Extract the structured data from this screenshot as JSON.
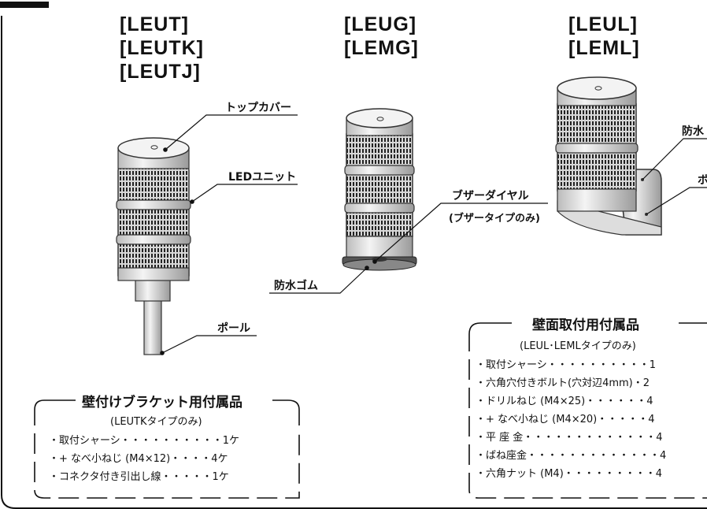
{
  "models": {
    "left": [
      "[LEUT]",
      "[LEUTK]",
      "[LEUTJ]"
    ],
    "middle": [
      "[LEUG]",
      "[LEMG]"
    ],
    "right": [
      "[LEUL]",
      "[LEML]"
    ]
  },
  "callouts": {
    "top_cover": "トップカバー",
    "led_unit": "LEDユニット",
    "pole": "ポール",
    "buzzer_dial": "ブザーダイヤル",
    "buzzer_only": "(ブザータイプのみ)",
    "waterproof_rubber": "防水ゴム",
    "waterproof_partial": "防水",
    "right_partial": "ボ"
  },
  "panel_left": {
    "title": "壁付けブラケット用付属品",
    "subtitle": "(LEUTKタイプのみ)",
    "items": [
      "・取付シャーシ・・・・・・・・・・1ケ",
      "・+ なべ小ねじ (M4×12)・・・・4ケ",
      "・コネクタ付き引出し線・・・・・1ケ"
    ]
  },
  "panel_right": {
    "title": "壁面取付用付属品",
    "subtitle": "(LEUL･LEMLタイプのみ)",
    "items": [
      "・取付シャーシ・・・・・・・・・・1",
      "・六角穴付きボルト(穴対辺4mm)・2",
      "・ドリルねじ (M4×25)・・・・・・4",
      "・+ なべ小ねじ (M4×20)・・・・・4",
      "・平 座 金・・・・・・・・・・・・・4",
      "・ばね座金・・・・・・・・・・・・・4",
      "・六角ナット (M4)・・・・・・・・・4"
    ]
  }
}
